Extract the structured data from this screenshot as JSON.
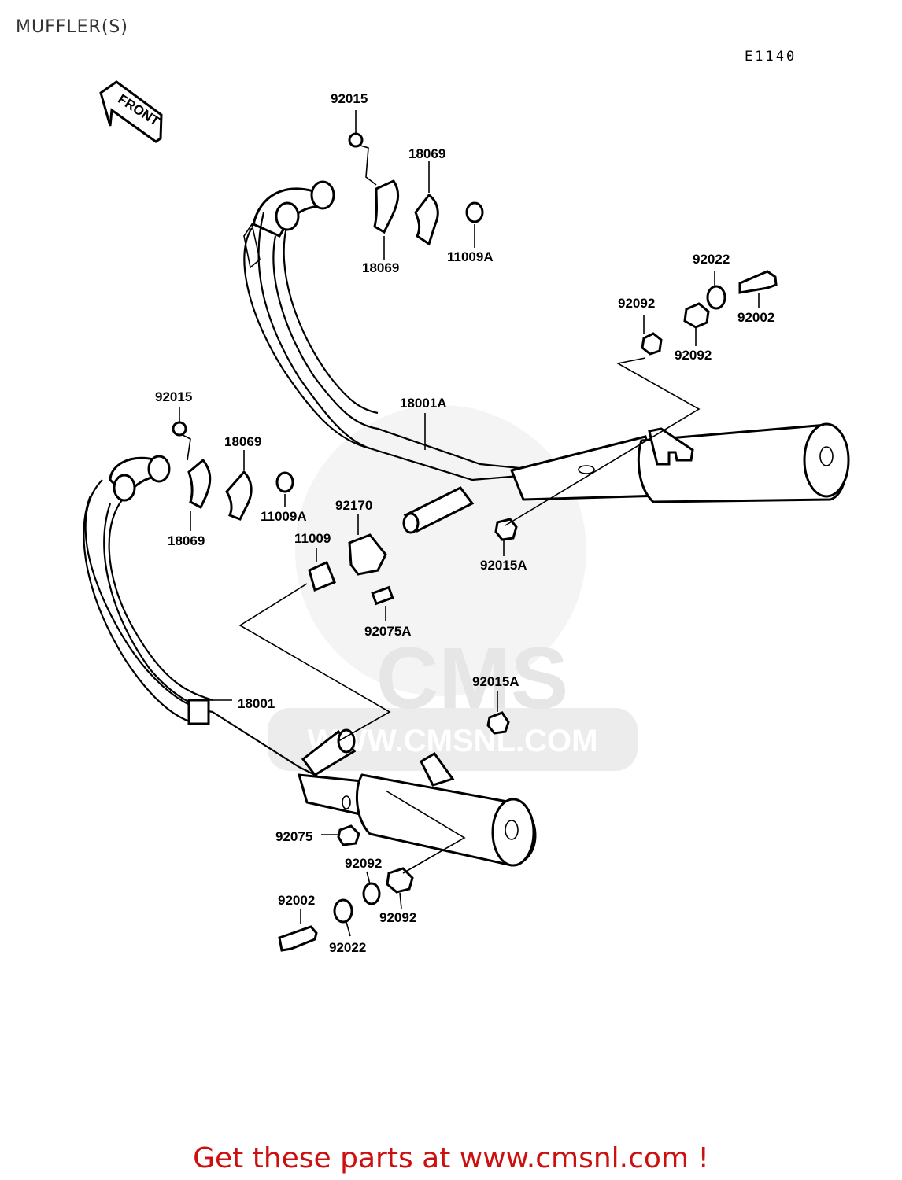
{
  "page": {
    "title": "MUFFLER(S)",
    "diagram_code": "E1140",
    "front_label": "FRONT",
    "watermark_brand": "CMS",
    "watermark_url": "WWW.CMSNL.COM",
    "footer": "Get these parts at www.cmsnl.com !",
    "footer_color": "#cc1010"
  },
  "labels": [
    "92015",
    "18069",
    "18069",
    "11009A",
    "92022",
    "92092",
    "92002",
    "92092",
    "18001A",
    "92015",
    "18069",
    "18069",
    "11009A",
    "92170",
    "11009",
    "92015A",
    "92075A",
    "18001",
    "92015A",
    "92075",
    "92092",
    "92002",
    "92092",
    "92022"
  ]
}
